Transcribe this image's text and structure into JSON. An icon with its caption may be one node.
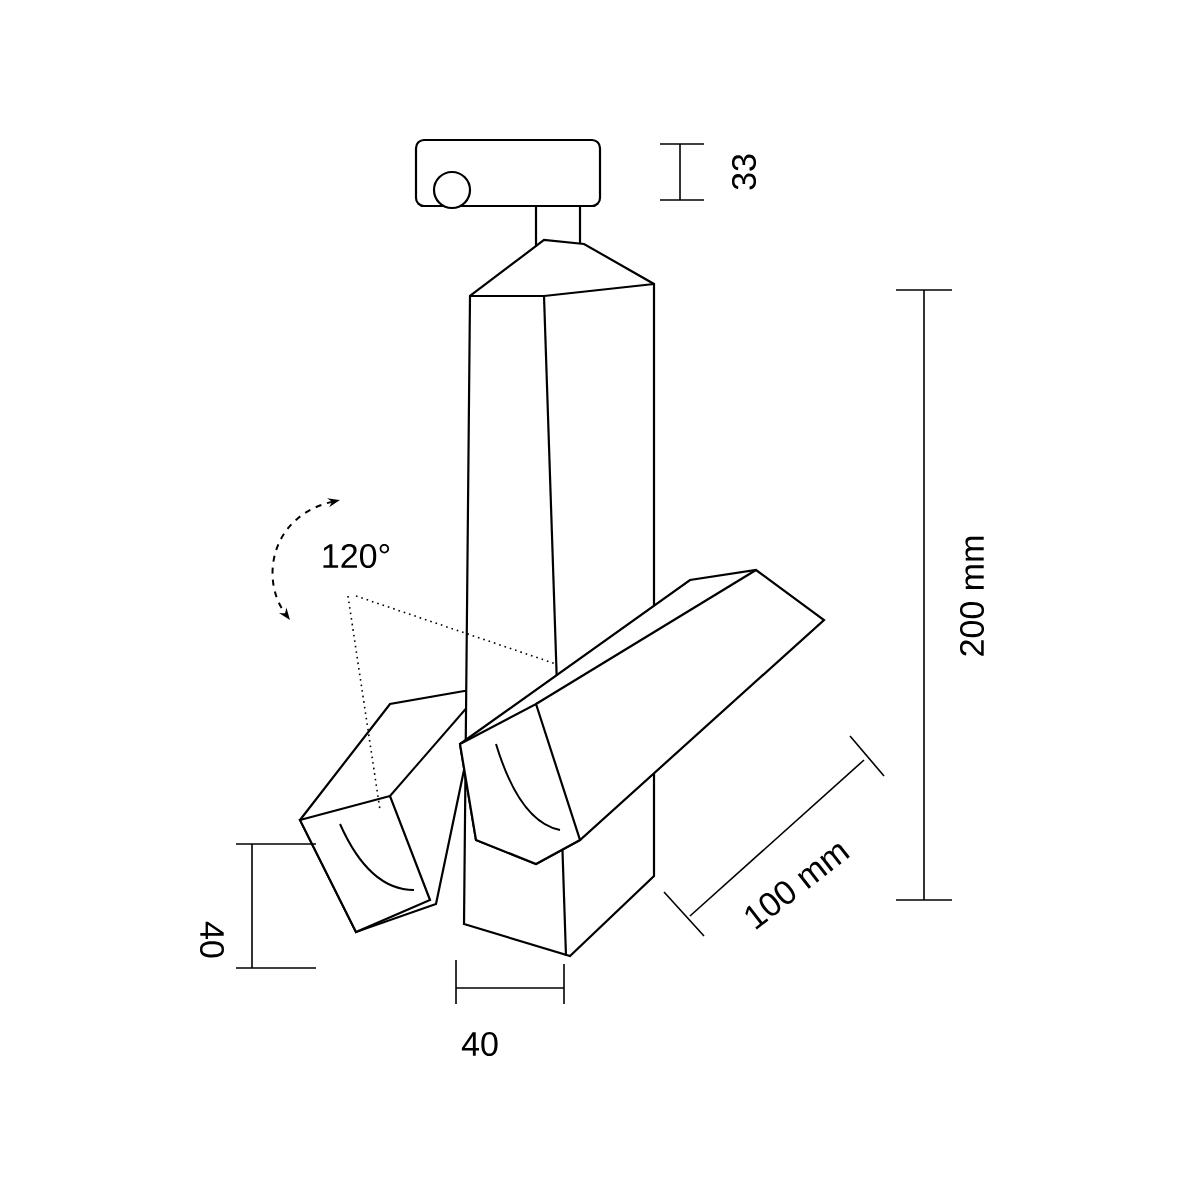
{
  "diagram": {
    "labels": [
      "33",
      "120°",
      "200 mm",
      "100 mm",
      "40",
      "40"
    ]
  }
}
